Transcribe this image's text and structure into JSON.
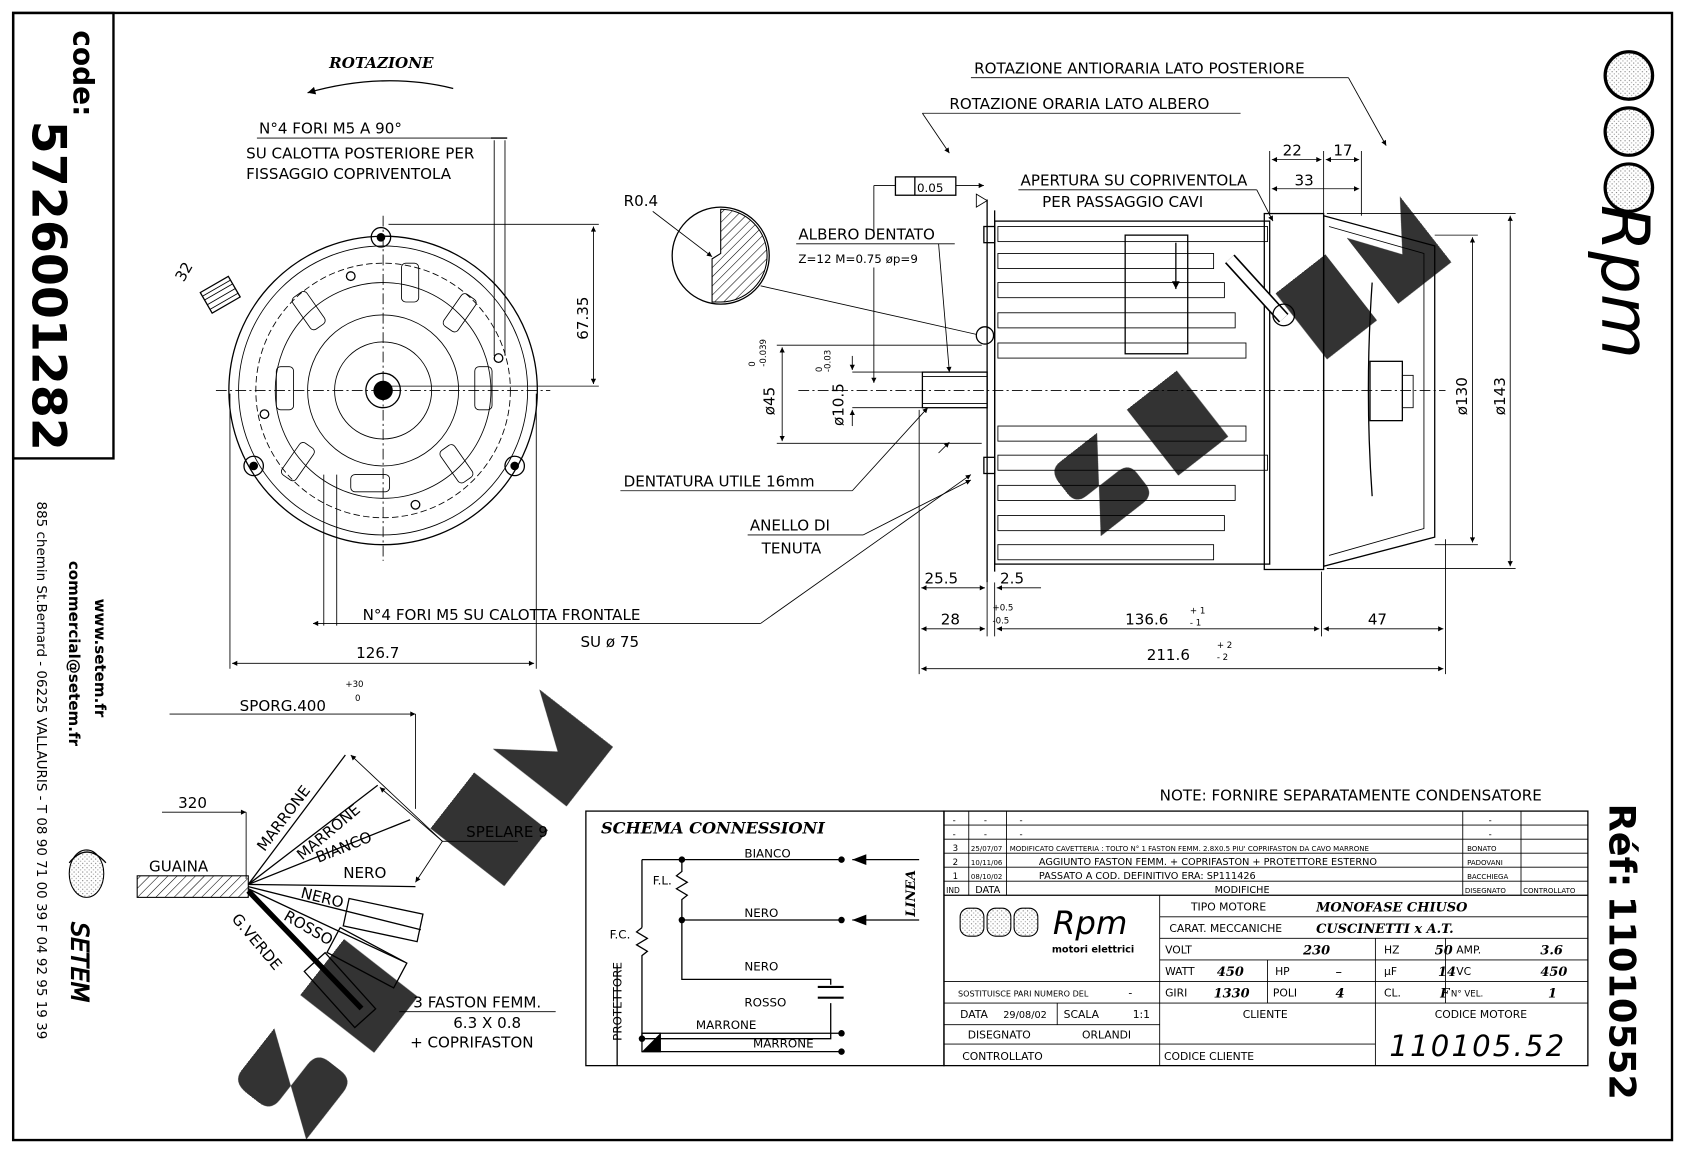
{
  "code_box": {
    "label": "code:",
    "number": "5726001282"
  },
  "company": {
    "website": "www.setem.fr",
    "email": "commercial@setem.fr",
    "address": "885 chemin St.Bernard  -  06225 VALLAURIS  -  T 08 90 71 00 39   F 04 92 95 19 39",
    "logo_text": "SETEM"
  },
  "watermark": "SETEM",
  "brand": {
    "logo_text": "Rpm",
    "subtitle": "motori elettrici"
  },
  "reference": {
    "label": "Réf:",
    "number": "11010552"
  },
  "front_view": {
    "rotation_label": "ROTAZIONE",
    "holes_rear_1": "N°4 FORI M5 A 90°",
    "holes_rear_2": "SU CALOTTA POSTERIORE PER",
    "holes_rear_3": "FISSAGGIO COPRIVENTOLA",
    "dim_32": "32",
    "dim_67": "67.35",
    "dim_126": "126.7",
    "holes_front_1": "N°4 FORI M5 SU CALOTTA FRONTALE",
    "holes_front_2": "SU ø 75"
  },
  "side_view": {
    "rot_ccw": "ROTAZIONE ANTIORARIA LATO POSTERIORE",
    "rot_cw": "ROTAZIONE ORARIA LATO ALBERO",
    "r04": "R0.4",
    "tolerance": "0.05",
    "shaft_1": "ALBERO DENTATO",
    "shaft_2": "Z=12 M=0.75 øp=9",
    "opening_1": "APERTURA SU COPRIVENTOLA",
    "opening_2": "PER PASSAGGIO CAVI",
    "d22": "22",
    "d17": "17",
    "d33": "33",
    "d45": "ø45",
    "d45_tol_up": "0",
    "d45_tol_dn": "-0.039",
    "d105": "ø10.5",
    "d105_tol_up": "0",
    "d105_tol_dn": "-0.03",
    "teeth": "DENTATURA UTILE 16mm",
    "seal_1": "ANELLO DI",
    "seal_2": "TENUTA",
    "d130": "ø130",
    "d143": "ø143",
    "d255": "25.5",
    "d25": "2.5",
    "d28": "28",
    "d28_tol_up": "+0.5",
    "d28_tol_dn": "-0.5",
    "d1366": "136.6",
    "d1366_tol_up": "+ 1",
    "d1366_tol_dn": "- 1",
    "d47": "47",
    "d2116": "211.6",
    "d2116_tol_up": "+ 2",
    "d2116_tol_dn": "- 2"
  },
  "cables": {
    "sporg": "SPORG.400",
    "sporg_deg": "0",
    "sporg_tol": "+30",
    "d320": "320",
    "guaina": "GUAINA",
    "wires": [
      "MARRONE",
      "MARRONE",
      "BIANCO",
      "NERO",
      "NERO",
      "ROSSO",
      "G.VERDE"
    ],
    "strip": "SPELARE 9",
    "faston_1": "3 FASTON FEMM.",
    "faston_2": "6.3 X 0.8",
    "faston_3": "+ COPRIFASTON"
  },
  "note": "NOTE: FORNIRE SEPARATAMENTE CONDENSATORE",
  "schema": {
    "title": "SCHEMA CONNESSIONI",
    "bianco": "BIANCO",
    "nero1": "NERO",
    "nero2": "NERO",
    "rosso": "ROSSO",
    "marrone1": "MARRONE",
    "marrone2": "MARRONE",
    "fl": "F.L.",
    "fc": "F.C.",
    "protettore": "PROTETTORE",
    "linea": "LINEA"
  },
  "title_block": {
    "revisions": [
      {
        "ind": "-",
        "data": "-",
        "text": "-",
        "dis": "-",
        "ctrl": ""
      },
      {
        "ind": "-",
        "data": "-",
        "text": "-",
        "dis": "-",
        "ctrl": ""
      },
      {
        "ind": "3",
        "data": "25/07/07",
        "text": "MODIFICATO CAVETTERIA : TOLTO N° 1 FASTON FEMM. 2.8X0.5 PIU' COPRIFASTON DA CAVO MARRONE",
        "dis": "BONATO",
        "ctrl": ""
      },
      {
        "ind": "2",
        "data": "10/11/06",
        "text": "AGGIUNTO FASTON FEMM. + COPRIFASTON + PROTETTORE ESTERNO",
        "dis": "PADOVANI",
        "ctrl": ""
      },
      {
        "ind": "1",
        "data": "08/10/02",
        "text": "PASSATO A COD. DEFINITIVO ERA: SP111426",
        "dis": "BACCHIEGA",
        "ctrl": ""
      }
    ],
    "hdr_ind": "IND",
    "hdr_data": "DATA",
    "hdr_mod": "MODIFICHE",
    "hdr_dis": "DISEGNATO",
    "hdr_ctrl": "CONTROLLATO",
    "tipo_label": "TIPO MOTORE",
    "tipo_value": "MONOFASE CHIUSO",
    "carat_label": "CARAT. MECCANICHE",
    "carat_value": "CUSCINETTI x A.T.",
    "volt_label": "VOLT",
    "volt": "230",
    "hz_label": "HZ",
    "hz": "50",
    "amp_label": "AMP.",
    "amp": "3.6",
    "watt_label": "WATT",
    "watt": "450",
    "hp_label": "HP",
    "hp": "–",
    "uf_label": "µF",
    "uf": "14",
    "vc_label": "VC",
    "vc": "450",
    "giri_label": "GIRI",
    "giri": "1330",
    "poli_label": "POLI",
    "poli": "4",
    "cl_label": "CL.",
    "cl": "F",
    "vel_label": "N° VEL.",
    "vel": "1",
    "sostituisce": "SOSTITUISCE PARI NUMERO DEL",
    "sostituisce_val": "-",
    "data_label": "DATA",
    "data": "29/08/02",
    "scala_label": "SCALA",
    "scala": "1:1",
    "disegnato_label": "DISEGNATO",
    "disegnato": "ORLANDI",
    "controllato_label": "CONTROLLATO",
    "cliente_label": "CLIENTE",
    "codice_cliente_label": "CODICE CLIENTE",
    "codice_motore_label": "CODICE MOTORE",
    "codice_motore": "110105.52"
  }
}
